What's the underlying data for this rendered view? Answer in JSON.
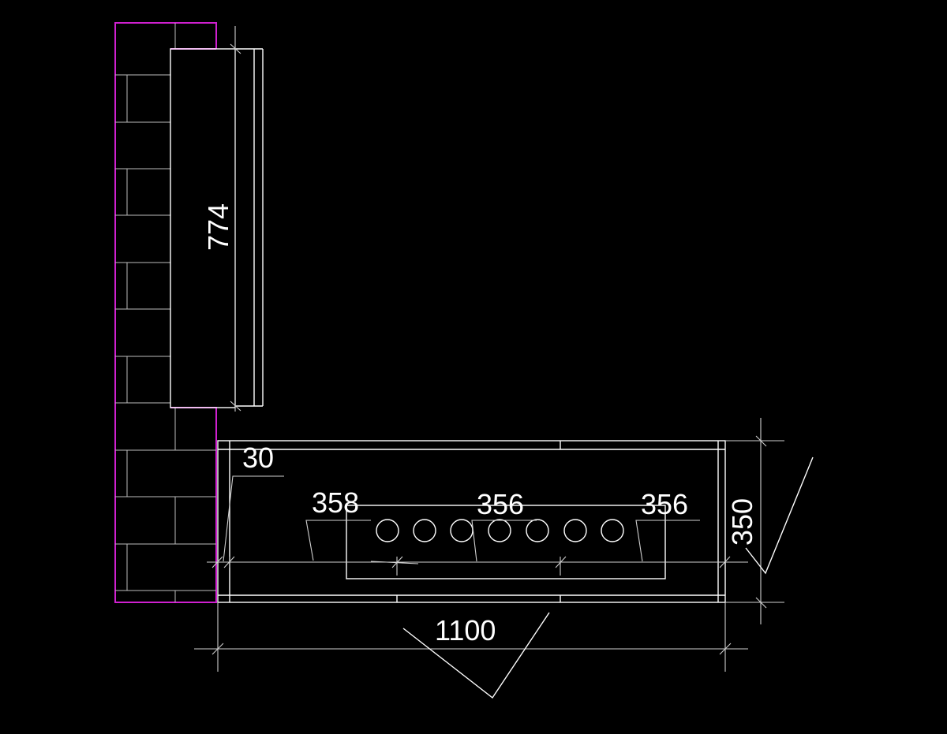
{
  "colors": {
    "background": "#000000",
    "linework": "#ffffff",
    "wall_outline": "#d020d0",
    "brick": "#bdbdbd"
  },
  "dimensions": {
    "wall_cabinet_length": "774",
    "side_gap": "30",
    "segment_1": "358",
    "segment_2": "356",
    "segment_3": "356",
    "depth": "350",
    "total_length": "1100"
  },
  "cooktop_burner_count": 7
}
